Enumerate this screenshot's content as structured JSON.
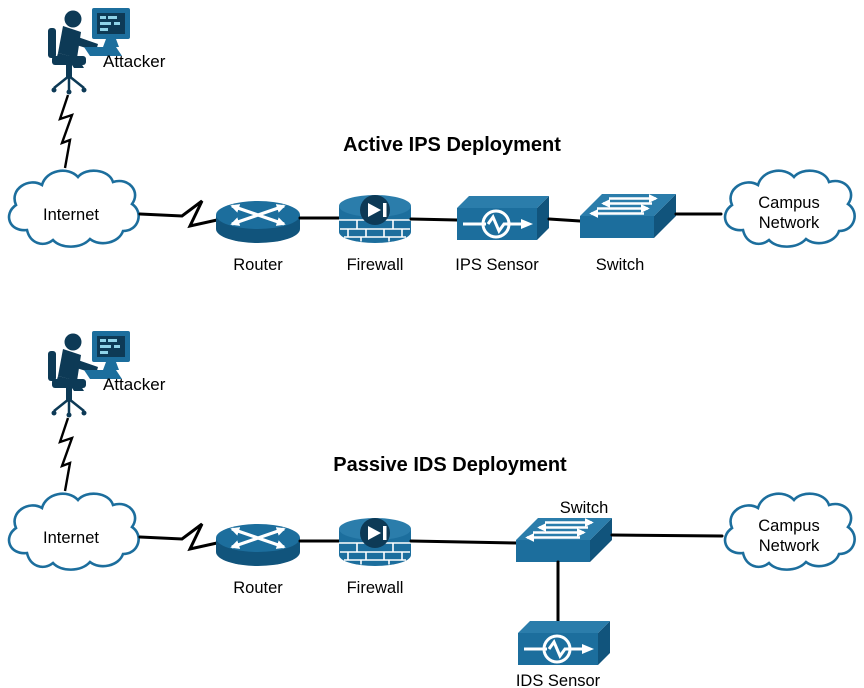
{
  "colors": {
    "device_teal": "#1c6e9d",
    "device_teal_light": "#2b7dab",
    "device_teal_dark": "#11547c",
    "device_navy": "#0d3a56",
    "screen_glyph": "#8fd3e8",
    "connector": "#000000",
    "cloud_fill": "#ffffff",
    "label_text": "#000000"
  },
  "top": {
    "title": "Active IPS Deployment",
    "attacker_label": "Attacker",
    "internet_label": "Internet",
    "router_label": "Router",
    "firewall_label": "Firewall",
    "sensor_label": "IPS Sensor",
    "switch_label": "Switch",
    "campus_line1": "Campus",
    "campus_line2": "Network"
  },
  "bottom": {
    "title": "Passive IDS Deployment",
    "attacker_label": "Attacker",
    "internet_label": "Internet",
    "router_label": "Router",
    "firewall_label": "Firewall",
    "switch_label": "Switch",
    "sensor_label": "IDS Sensor",
    "campus_line1": "Campus",
    "campus_line2": "Network"
  }
}
